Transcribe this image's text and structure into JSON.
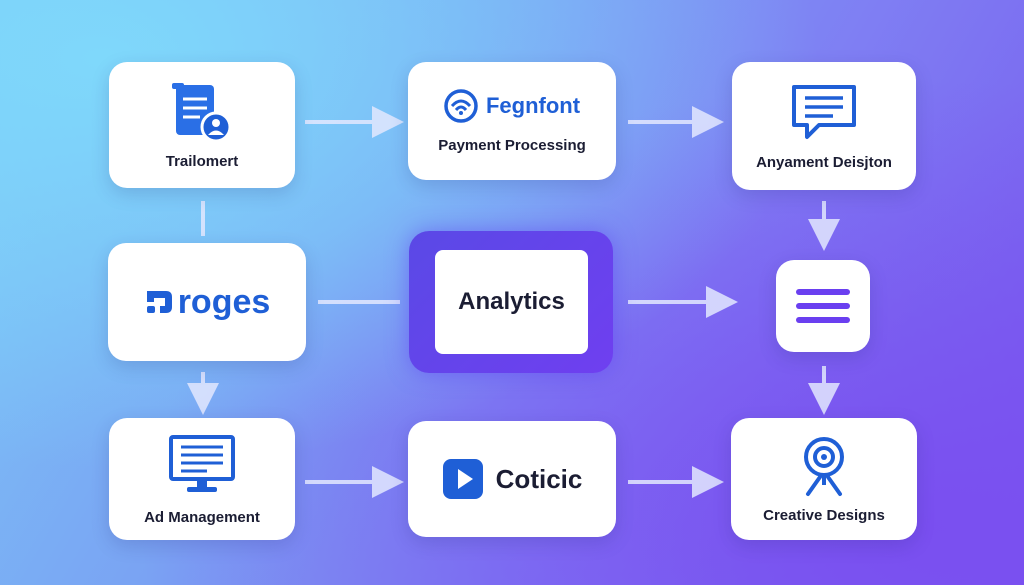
{
  "nodes": {
    "trailomert": {
      "label": "Trailomert",
      "icon": "document-user-icon"
    },
    "fegnfont": {
      "brand": "Fegnfont",
      "label": "Payment Processing",
      "icon": "wifi-circle-icon"
    },
    "anyament": {
      "label": "Anyament Deisjton",
      "icon": "chat-bubble-icon"
    },
    "roges": {
      "brand": "roges",
      "icon": "roges-logo-icon"
    },
    "analytics": {
      "label": "Analytics"
    },
    "menu": {
      "icon": "menu-lines-icon"
    },
    "ad_management": {
      "label": "Ad Management",
      "icon": "monitor-icon"
    },
    "coticic": {
      "brand": "Coticic",
      "icon": "play-button-icon"
    },
    "creative": {
      "label": "Creative Designs",
      "icon": "camera-tripod-icon"
    }
  },
  "colors": {
    "brand_blue": "#1f5fd6",
    "accent_purple": "#6a3ff0",
    "connector": "#e3e8ff"
  }
}
